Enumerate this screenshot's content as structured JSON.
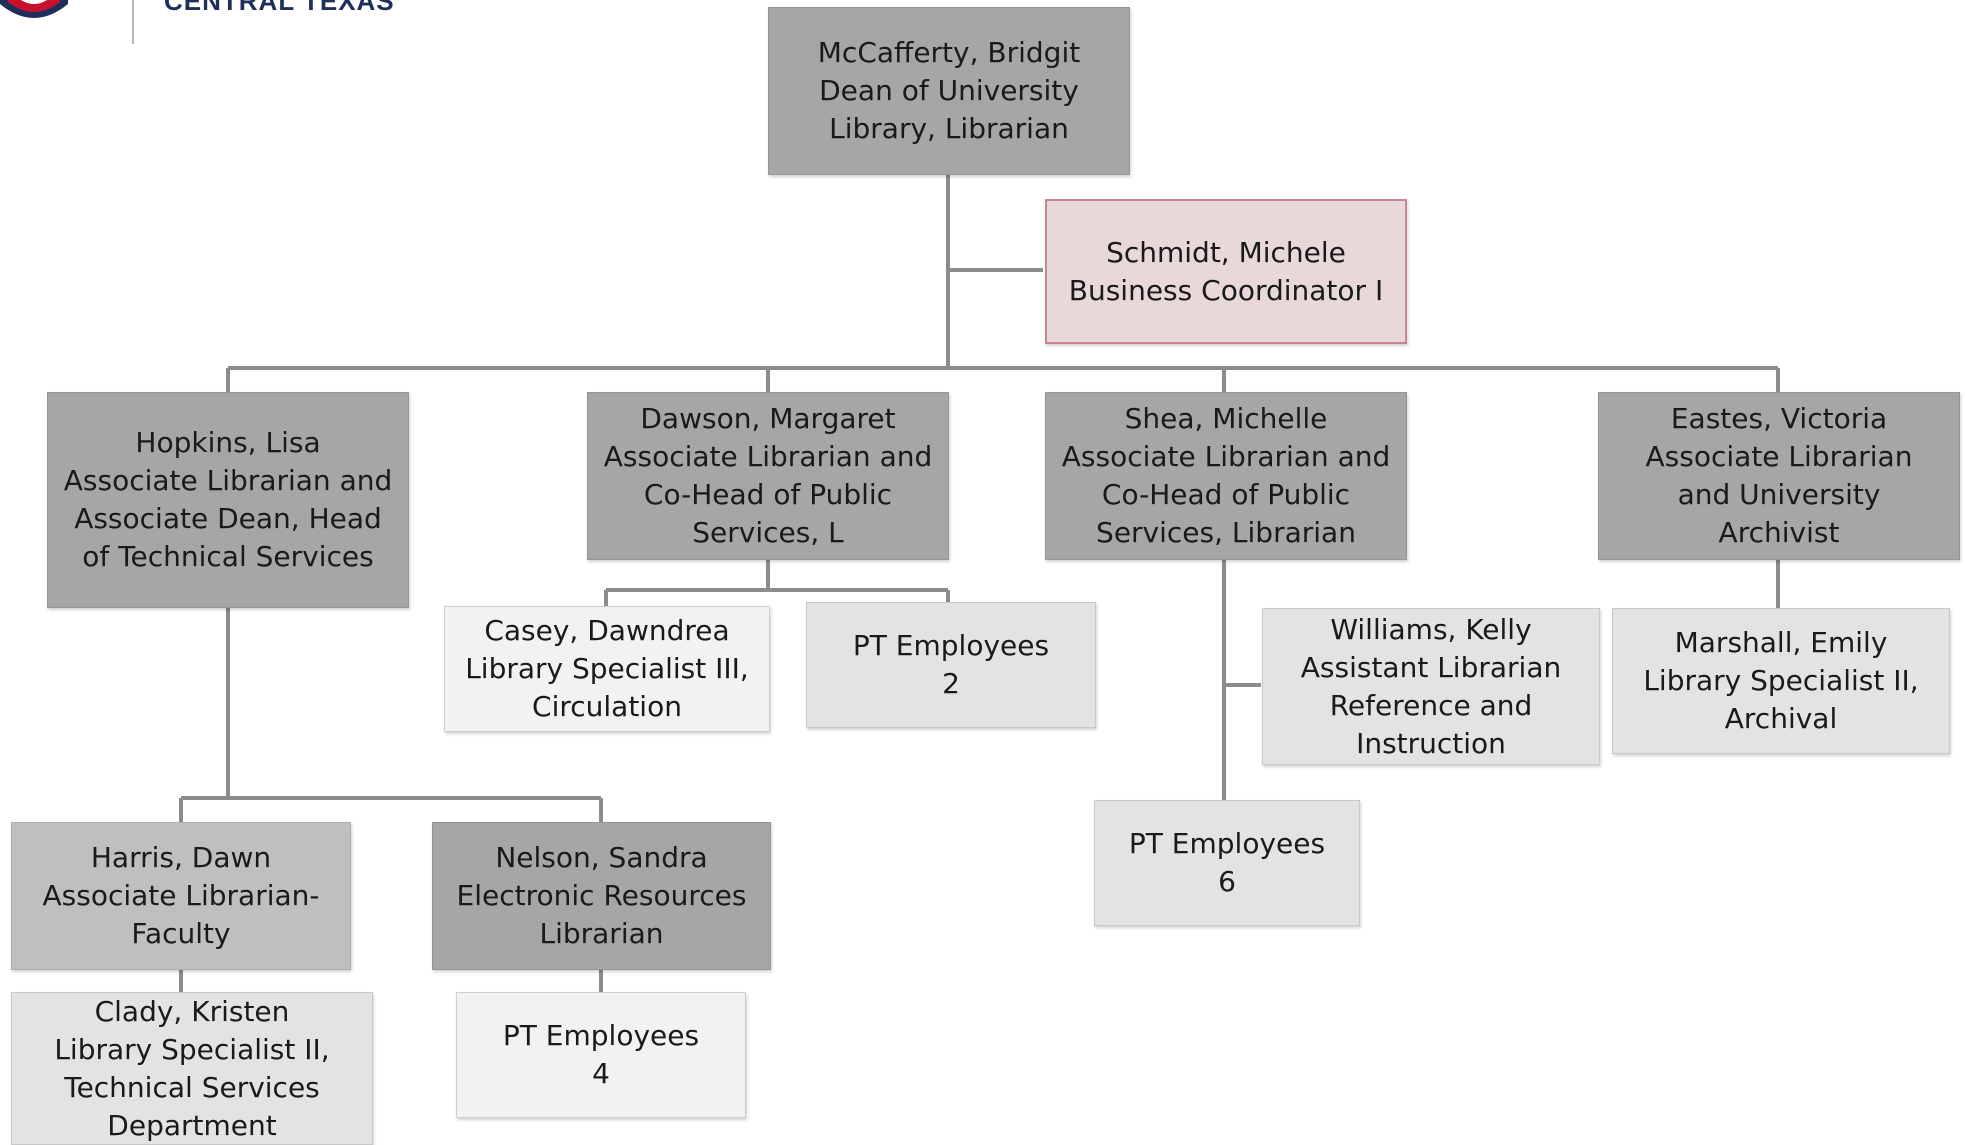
{
  "logo": {
    "text": "CENTRAL TEXAS"
  },
  "nodes": {
    "mccafferty": {
      "name": "McCafferty, Bridgit",
      "title": "Dean of University Library, Librarian"
    },
    "schmidt": {
      "name": "Schmidt, Michele",
      "title": "Business Coordinator I"
    },
    "hopkins": {
      "name": "Hopkins, Lisa",
      "title": "Associate Librarian and Associate Dean, Head of Technical Services"
    },
    "dawson": {
      "name": "Dawson, Margaret",
      "title": "Associate Librarian and Co-Head of Public Services, L"
    },
    "shea": {
      "name": "Shea, Michelle",
      "title": "Associate Librarian and Co-Head of Public Services, Librarian"
    },
    "eastes": {
      "name": "Eastes, Victoria",
      "title": "Associate Librarian and University Archivist"
    },
    "casey": {
      "name": "Casey, Dawndrea",
      "title": "Library Specialist III, Circulation"
    },
    "pt2": {
      "name": "PT Employees",
      "title": "2"
    },
    "williams": {
      "name": "Williams, Kelly",
      "title": "Assistant Librarian Reference and Instruction"
    },
    "marshall": {
      "name": "Marshall, Emily",
      "title": "Library Specialist II, Archival"
    },
    "pt6": {
      "name": "PT Employees",
      "title": "6"
    },
    "harris": {
      "name": "Harris, Dawn",
      "title": "Associate Librarian-Faculty"
    },
    "nelson": {
      "name": "Nelson, Sandra",
      "title": "Electronic Resources Librarian"
    },
    "clady": {
      "name": "Clady, Kristen",
      "title": "Library Specialist II, Technical Services Department"
    },
    "pt4": {
      "name": "PT Employees",
      "title": "4"
    }
  }
}
